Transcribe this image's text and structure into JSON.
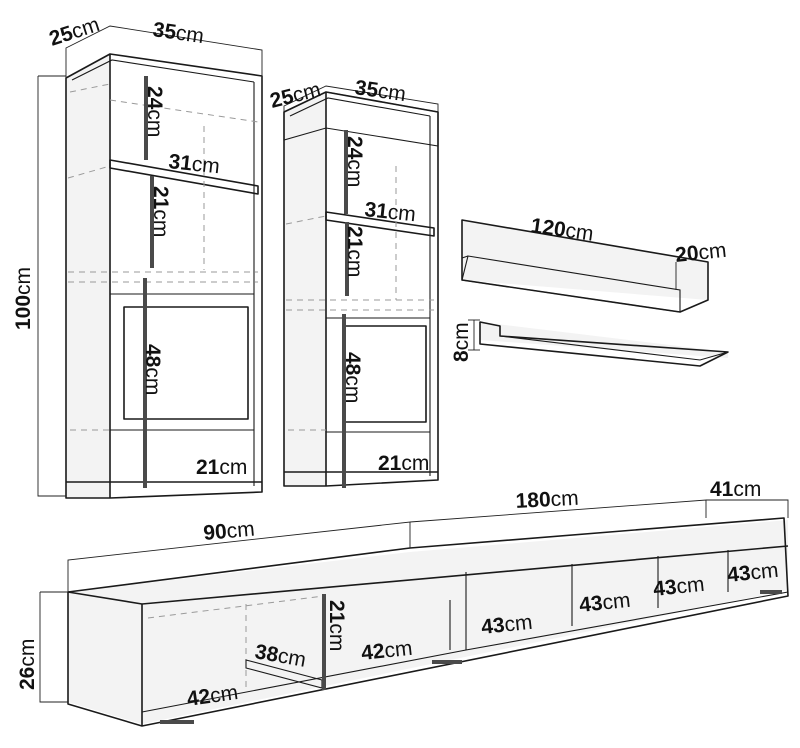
{
  "unit": "cm",
  "tall_cabinet_left": {
    "depth": "25",
    "width": "35",
    "height": "100",
    "shelf_upper_gap": "24",
    "shelf_width": "31",
    "shelf_middle_gap": "21",
    "door_height": "48",
    "base_depth": "21"
  },
  "tall_cabinet_right": {
    "depth": "25",
    "width": "35",
    "shelf_upper_gap": "24",
    "shelf_width": "31",
    "shelf_middle_gap": "21",
    "door_height": "48",
    "base_depth": "21"
  },
  "wall_shelf_top": {
    "width": "120",
    "depth": "20"
  },
  "wall_shelf_bottom": {
    "height": "8"
  },
  "tv_stand": {
    "total_width": "180",
    "depth": "41",
    "half_width": "90",
    "height": "26",
    "open_shelf_width": "42",
    "inner_depth": "38",
    "inner_height": "21",
    "inner_width": "42",
    "compartment_widths": [
      "43",
      "43",
      "43",
      "43"
    ]
  }
}
